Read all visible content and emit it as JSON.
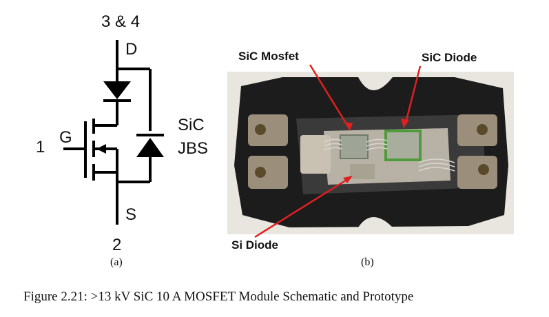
{
  "schematic": {
    "drain_pin": "3 & 4",
    "drain_label": "D",
    "gate_pin": "1",
    "gate_label": "G",
    "source_label": "S",
    "source_pin": "2",
    "diode_label_line1": "SiC",
    "diode_label_line2": "JBS",
    "subcaption": "(a)"
  },
  "photo": {
    "label_mosfet": "SiC Mosfet",
    "label_sic_diode": "SiC Diode",
    "label_si_diode": "Si Diode",
    "subcaption": "(b)"
  },
  "caption": "Figure 2.21:  >13 kV SiC 10 A MOSFET Module Schematic and Prototype"
}
